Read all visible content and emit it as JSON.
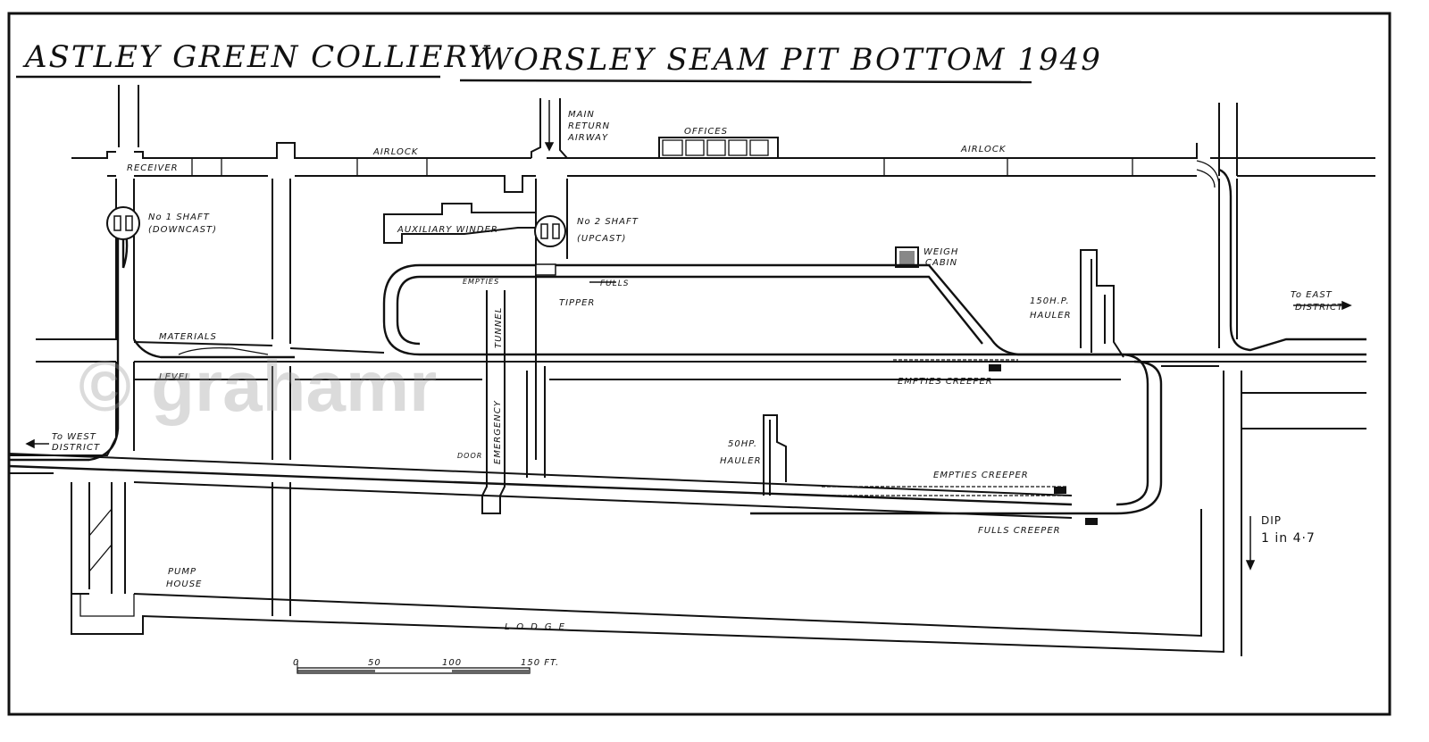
{
  "title": {
    "left": "ASTLEY GREEN COLLIERY",
    "right": "WORSLEY SEAM PIT BOTTOM 1949"
  },
  "labels": {
    "receiver": "RECEIVER",
    "airlock_left": "AIRLOCK",
    "airlock_right": "AIRLOCK",
    "main_return_1": "MAIN",
    "main_return_2": "RETURN",
    "main_return_3": "AIRWAY",
    "offices": "OFFICES",
    "shaft1_1": "No 1 SHAFT",
    "shaft1_2": "(DOWNCAST)",
    "aux_winder": "AUXILIARY WINDER",
    "shaft2_1": "No 2 SHAFT",
    "shaft2_2": "(UPCAST)",
    "empties": "EMPTIES",
    "fulls": "FULLS",
    "tipper": "TIPPER",
    "weigh_1": "WEIGH",
    "weigh_2": "CABIN",
    "hauler150_1": "150H.P.",
    "hauler150_2": "HAULER",
    "east_1": "To EAST",
    "east_2": "DISTRICT",
    "materials": "MATERIALS",
    "level": "LEVEL",
    "tunnel": "TUNNEL",
    "emergency": "EMERGENCY",
    "empties_creeper_1": "EMPTIES CREEPER",
    "empties_creeper_2": "EMPTIES CREEPER",
    "fulls_creeper": "FULLS CREEPER",
    "hauler50_1": "50HP.",
    "hauler50_2": "HAULER",
    "west_1": "To WEST",
    "west_2": "DISTRICT",
    "door": "DOOR",
    "pump_1": "PUMP",
    "pump_2": "HOUSE",
    "lodge": "LODGE",
    "dip_1": "DIP",
    "dip_2": "1 in 4·7"
  },
  "scale": {
    "ticks": [
      "0",
      "50",
      "100",
      "150 FT."
    ]
  },
  "watermark": "© grahamr"
}
